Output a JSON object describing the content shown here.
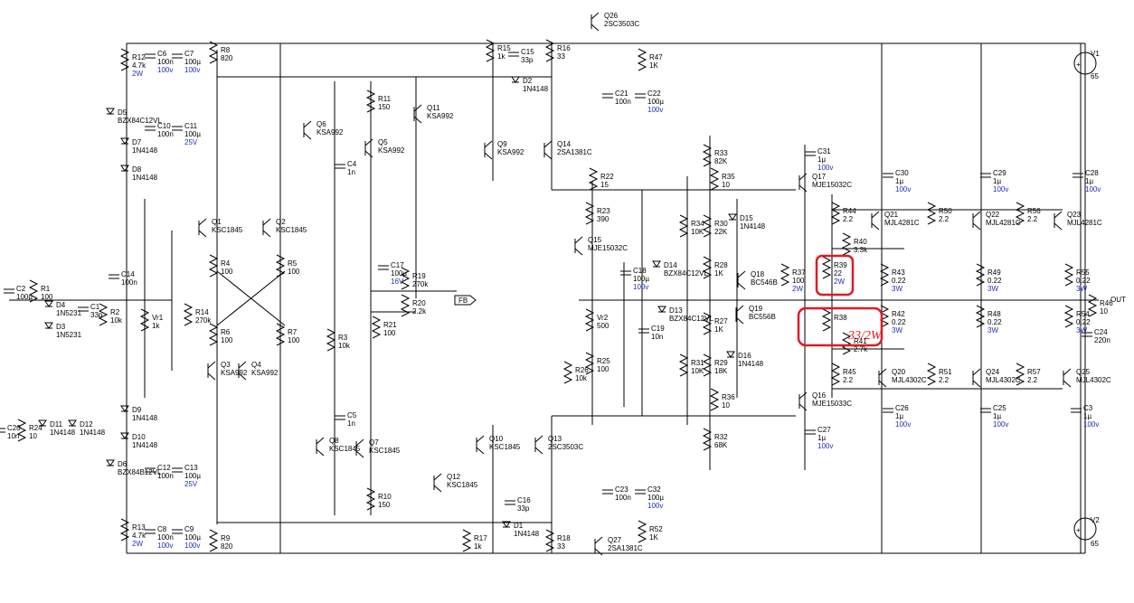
{
  "note": "33/2W",
  "colors": {
    "wire": "#000000",
    "rating": "#1f2fb8",
    "highlight": "#e01b22"
  },
  "output_label": "OUT",
  "fb_label": "FB",
  "supplies": [
    {
      "ref": "V1",
      "value": "65"
    },
    {
      "ref": "V2",
      "value": "65"
    }
  ],
  "components": [
    {
      "ref": "C2",
      "value": "100µ"
    },
    {
      "ref": "R1",
      "value": "100"
    },
    {
      "ref": "D4",
      "value": "1N5231"
    },
    {
      "ref": "D3",
      "value": "1N5231"
    },
    {
      "ref": "C1",
      "value": "33p"
    },
    {
      "ref": "R2",
      "value": "10k"
    },
    {
      "ref": "C14",
      "value": "100n"
    },
    {
      "ref": "Vr1",
      "value": "1k"
    },
    {
      "ref": "R14",
      "value": "270k"
    },
    {
      "ref": "C20",
      "value": "10n"
    },
    {
      "ref": "R24",
      "value": "10"
    },
    {
      "ref": "D11",
      "value": "1N4148"
    },
    {
      "ref": "D12",
      "value": "1N4148"
    },
    {
      "ref": "R12",
      "value": "4.7k",
      "rating": "2W"
    },
    {
      "ref": "C6",
      "value": "100n",
      "rating": "100v"
    },
    {
      "ref": "C7",
      "value": "100µ",
      "rating": "100v"
    },
    {
      "ref": "R8",
      "value": "820"
    },
    {
      "ref": "D5",
      "value": "BZX84C12VL"
    },
    {
      "ref": "C10",
      "value": "100n"
    },
    {
      "ref": "C11",
      "value": "100µ",
      "rating": "25V"
    },
    {
      "ref": "D7",
      "value": "1N4148"
    },
    {
      "ref": "D8",
      "value": "1N4148"
    },
    {
      "ref": "D9",
      "value": "1N4148"
    },
    {
      "ref": "D10",
      "value": "1N4148"
    },
    {
      "ref": "D6",
      "value": "BZX84B12VL"
    },
    {
      "ref": "C12",
      "value": "100n"
    },
    {
      "ref": "C13",
      "value": "100µ",
      "rating": "25V"
    },
    {
      "ref": "R13",
      "value": "4.7k",
      "rating": "2W"
    },
    {
      "ref": "C8",
      "value": "100n",
      "rating": "100v"
    },
    {
      "ref": "C9",
      "value": "100µ",
      "rating": "100v"
    },
    {
      "ref": "R9",
      "value": "820"
    },
    {
      "ref": "Q1",
      "value": "KSC1845"
    },
    {
      "ref": "Q2",
      "value": "KSC1845"
    },
    {
      "ref": "R4",
      "value": "100"
    },
    {
      "ref": "R5",
      "value": "100"
    },
    {
      "ref": "R6",
      "value": "100"
    },
    {
      "ref": "R7",
      "value": "100"
    },
    {
      "ref": "Q3",
      "value": "KSA992"
    },
    {
      "ref": "Q4",
      "value": "KSA992"
    },
    {
      "ref": "Q6",
      "value": "KSA992"
    },
    {
      "ref": "Q5",
      "value": "KSA992"
    },
    {
      "ref": "R11",
      "value": "150"
    },
    {
      "ref": "C4",
      "value": "1n"
    },
    {
      "ref": "R3",
      "value": "10k"
    },
    {
      "ref": "C5",
      "value": "1n"
    },
    {
      "ref": "Q7",
      "value": "KSC1845"
    },
    {
      "ref": "Q8",
      "value": "KSC1845"
    },
    {
      "ref": "R10",
      "value": "150"
    },
    {
      "ref": "C17",
      "value": "100µ",
      "rating": "16V"
    },
    {
      "ref": "R19",
      "value": "270k"
    },
    {
      "ref": "R20",
      "value": "2.2k"
    },
    {
      "ref": "R21",
      "value": "100"
    },
    {
      "ref": "R15",
      "value": "1k"
    },
    {
      "ref": "C15",
      "value": "33p"
    },
    {
      "ref": "R16",
      "value": "33"
    },
    {
      "ref": "D2",
      "value": "1N4148"
    },
    {
      "ref": "Q11",
      "value": "KSA992"
    },
    {
      "ref": "Q9",
      "value": "KSA992"
    },
    {
      "ref": "Q14",
      "value": "2SA1381C"
    },
    {
      "ref": "Q26",
      "value": "2SC3503C"
    },
    {
      "ref": "R47",
      "value": "1K"
    },
    {
      "ref": "C21",
      "value": "100n"
    },
    {
      "ref": "C22",
      "value": "100µ",
      "rating": "100v"
    },
    {
      "ref": "R22",
      "value": "15"
    },
    {
      "ref": "R23",
      "value": "390"
    },
    {
      "ref": "Q15",
      "value": "MJE15032C"
    },
    {
      "ref": "C18",
      "value": "100µ",
      "rating": "100v"
    },
    {
      "ref": "Vr2",
      "value": "500"
    },
    {
      "ref": "C19",
      "value": "10n"
    },
    {
      "ref": "R25",
      "value": "100"
    },
    {
      "ref": "R26",
      "value": "10k"
    },
    {
      "ref": "Q10",
      "value": "KSC1845"
    },
    {
      "ref": "Q13",
      "value": "2SC3503C"
    },
    {
      "ref": "Q12",
      "value": "KSC1845"
    },
    {
      "ref": "C16",
      "value": "33p"
    },
    {
      "ref": "D1",
      "value": "1N4148"
    },
    {
      "ref": "R17",
      "value": "1k"
    },
    {
      "ref": "R18",
      "value": "33"
    },
    {
      "ref": "Q27",
      "value": "2SA1381C"
    },
    {
      "ref": "C23",
      "value": "100n"
    },
    {
      "ref": "C32",
      "value": "100µ",
      "rating": "100v"
    },
    {
      "ref": "R52",
      "value": "1K"
    },
    {
      "ref": "R33",
      "value": "82K"
    },
    {
      "ref": "R35",
      "value": "10"
    },
    {
      "ref": "R34",
      "value": "10K"
    },
    {
      "ref": "R30",
      "value": "22K"
    },
    {
      "ref": "D15",
      "value": "1N4148"
    },
    {
      "ref": "D14",
      "value": "BZX84C12VL"
    },
    {
      "ref": "R28",
      "value": "1K"
    },
    {
      "ref": "Q18",
      "value": "BC546B"
    },
    {
      "ref": "R37",
      "value": "100",
      "rating": "2W"
    },
    {
      "ref": "R39",
      "value": "22",
      "rating": "2W"
    },
    {
      "ref": "D13",
      "value": "BZX84C12VL"
    },
    {
      "ref": "Q19",
      "value": "BC556B"
    },
    {
      "ref": "R38",
      "value": "",
      "rating": ""
    },
    {
      "ref": "R27",
      "value": "1K"
    },
    {
      "ref": "R29",
      "value": "18K"
    },
    {
      "ref": "R31",
      "value": "10K"
    },
    {
      "ref": "D16",
      "value": "1N4148"
    },
    {
      "ref": "R36",
      "value": "10"
    },
    {
      "ref": "R32",
      "value": "68K"
    },
    {
      "ref": "Q17",
      "value": "MJE15032C"
    },
    {
      "ref": "C31",
      "value": "1µ",
      "rating": "100v"
    },
    {
      "ref": "Q16",
      "value": "MJE15033C"
    },
    {
      "ref": "C27",
      "value": "1µ",
      "rating": "100v"
    },
    {
      "ref": "R40",
      "value": "3.3k"
    },
    {
      "ref": "R41",
      "value": "2.7k"
    },
    {
      "ref": "R44",
      "value": "2.2"
    },
    {
      "ref": "R45",
      "value": "2.2"
    },
    {
      "ref": "C30",
      "value": "1µ",
      "rating": "100v"
    },
    {
      "ref": "Q21",
      "value": "MJL4281C"
    },
    {
      "ref": "R43",
      "value": "0.22",
      "rating": "3W"
    },
    {
      "ref": "R42",
      "value": "0.22",
      "rating": "3W"
    },
    {
      "ref": "Q20",
      "value": "MJL4302C"
    },
    {
      "ref": "C26",
      "value": "1µ",
      "rating": "100v"
    },
    {
      "ref": "R50",
      "value": "2.2"
    },
    {
      "ref": "C29",
      "value": "1µ",
      "rating": "100v"
    },
    {
      "ref": "Q22",
      "value": "MJL4281C"
    },
    {
      "ref": "R49",
      "value": "0.22",
      "rating": "3W"
    },
    {
      "ref": "R48",
      "value": "0.22",
      "rating": "3W"
    },
    {
      "ref": "R51",
      "value": "2.2"
    },
    {
      "ref": "Q24",
      "value": "MJL4302C"
    },
    {
      "ref": "C25",
      "value": "1µ",
      "rating": "100v"
    },
    {
      "ref": "R56",
      "value": "2.2"
    },
    {
      "ref": "C28",
      "value": "1µ",
      "rating": "100v"
    },
    {
      "ref": "Q23",
      "value": "MJL4281C"
    },
    {
      "ref": "R55",
      "value": "0.22",
      "rating": "3W"
    },
    {
      "ref": "R54",
      "value": "0.22",
      "rating": "3W"
    },
    {
      "ref": "R46",
      "value": "10"
    },
    {
      "ref": "C24",
      "value": "220n"
    },
    {
      "ref": "R57",
      "value": "2.2"
    },
    {
      "ref": "Q25",
      "value": "MJL4302C"
    },
    {
      "ref": "C3",
      "value": "1µ",
      "rating": "100v"
    }
  ]
}
